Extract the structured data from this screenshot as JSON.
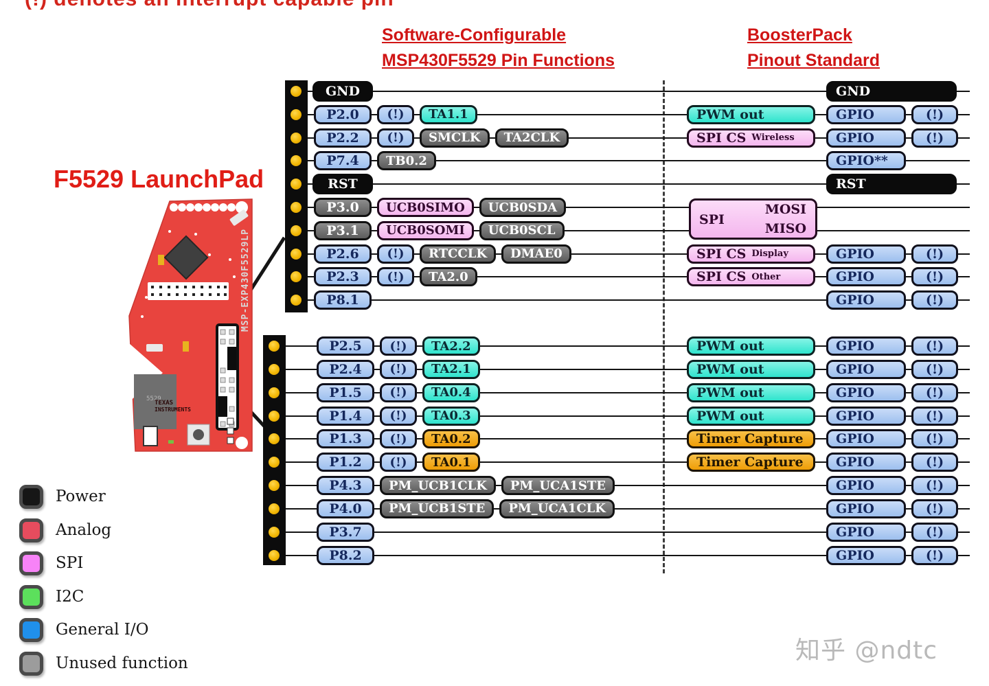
{
  "top_note": "(!) denotes an interrupt capable pin",
  "headers": {
    "left_line1": "Software-Configurable",
    "left_line2": "MSP430F5529 Pin Functions",
    "right_line1": "BoosterPack",
    "right_line2": "Pinout Standard"
  },
  "board": {
    "title": "F5529 LaunchPad",
    "silkscreen": "MSP-EXP430F5529LP",
    "brand_line1": "TEXAS",
    "brand_line2": "INSTRUMENTS",
    "chip_label": "5529"
  },
  "watermark": "知乎 @ndtc",
  "colors": {
    "heading_red": "#d01515",
    "pill_blue": "#a9c7f0",
    "pill_gray": "#6b6b6b",
    "pill_black": "#0d0d0d",
    "pill_cyan": "#49e9d6",
    "pill_orange": "#f2a81e",
    "pill_pink": "#f8c6f2",
    "board_red": "#e8443e",
    "dot_yellow": "#f2b705"
  },
  "legend": [
    {
      "label": "Power",
      "color": "#161616"
    },
    {
      "label": "Analog",
      "color": "#e64c5e"
    },
    {
      "label": "SPI",
      "color": "#f783f7"
    },
    {
      "label": "I2C",
      "color": "#5ce05c"
    },
    {
      "label": "General I/O",
      "color": "#2090ec"
    },
    {
      "label": "Unused function",
      "color": "#9c9c9c"
    }
  ],
  "spi_block": {
    "label": "SPI",
    "top_right": "MOSI",
    "bottom_right": "MISO"
  },
  "diagram": {
    "sections": [
      {
        "name": "top",
        "rows": [
          {
            "pin": {
              "label": "GND",
              "type": "power"
            },
            "funcs": [],
            "right": {
              "power": "GND"
            }
          },
          {
            "pin": {
              "label": "P2.0",
              "type": "gio"
            },
            "funcs": [
              {
                "label": "(!)",
                "type": "bang"
              },
              {
                "label": "TA1.1",
                "type": "cyan"
              }
            ],
            "right": {
              "func": {
                "label": "PWM out",
                "color": "cyan"
              },
              "gpio": "GPIO",
              "bang": "(!)"
            }
          },
          {
            "pin": {
              "label": "P2.2",
              "type": "gio"
            },
            "funcs": [
              {
                "label": "(!)",
                "type": "bang"
              },
              {
                "label": "SMCLK",
                "type": "gray"
              },
              {
                "label": "TA2CLK",
                "type": "gray"
              }
            ],
            "right": {
              "func": {
                "label": "SPI CS",
                "sub": "Wireless",
                "color": "pink"
              },
              "gpio": "GPIO",
              "bang": "(!)"
            }
          },
          {
            "pin": {
              "label": "P7.4",
              "type": "gio"
            },
            "funcs": [
              {
                "label": "TB0.2",
                "type": "gray"
              }
            ],
            "right": {
              "gpio": "GPIO**"
            }
          },
          {
            "pin": {
              "label": "RST",
              "type": "power"
            },
            "funcs": [],
            "right": {
              "power": "RST"
            }
          },
          {
            "pin": {
              "label": "P3.0",
              "type": "unused"
            },
            "funcs": [
              {
                "label": "UCB0SIMO",
                "type": "pink"
              },
              {
                "label": "UCB0SDA",
                "type": "gray"
              }
            ],
            "right": {
              "span": "spi"
            }
          },
          {
            "pin": {
              "label": "P3.1",
              "type": "unused"
            },
            "funcs": [
              {
                "label": "UCB0SOMI",
                "type": "pink"
              },
              {
                "label": "UCB0SCL",
                "type": "gray"
              }
            ],
            "right": {
              "span": "spi"
            }
          },
          {
            "pin": {
              "label": "P2.6",
              "type": "gio"
            },
            "funcs": [
              {
                "label": "(!)",
                "type": "bang"
              },
              {
                "label": "RTCCLK",
                "type": "gray"
              },
              {
                "label": "DMAE0",
                "type": "gray"
              }
            ],
            "right": {
              "func": {
                "label": "SPI CS",
                "sub": "Display",
                "color": "pink"
              },
              "gpio": "GPIO",
              "bang": "(!)"
            }
          },
          {
            "pin": {
              "label": "P2.3",
              "type": "gio"
            },
            "funcs": [
              {
                "label": "(!)",
                "type": "bang"
              },
              {
                "label": "TA2.0",
                "type": "gray"
              }
            ],
            "right": {
              "func": {
                "label": "SPI CS",
                "sub": "Other",
                "color": "pink"
              },
              "gpio": "GPIO",
              "bang": "(!)"
            }
          },
          {
            "pin": {
              "label": "P8.1",
              "type": "gio"
            },
            "funcs": [],
            "right": {
              "gpio": "GPIO",
              "bang": "(!)"
            }
          }
        ]
      },
      {
        "name": "bottom",
        "rows": [
          {
            "pin": {
              "label": "P2.5",
              "type": "gio"
            },
            "funcs": [
              {
                "label": "(!)",
                "type": "bang"
              },
              {
                "label": "TA2.2",
                "type": "cyan"
              }
            ],
            "right": {
              "func": {
                "label": "PWM out",
                "color": "cyan"
              },
              "gpio": "GPIO",
              "bang": "(!)"
            }
          },
          {
            "pin": {
              "label": "P2.4",
              "type": "gio"
            },
            "funcs": [
              {
                "label": "(!)",
                "type": "bang"
              },
              {
                "label": "TA2.1",
                "type": "cyan"
              }
            ],
            "right": {
              "func": {
                "label": "PWM out",
                "color": "cyan"
              },
              "gpio": "GPIO",
              "bang": "(!)"
            }
          },
          {
            "pin": {
              "label": "P1.5",
              "type": "gio"
            },
            "funcs": [
              {
                "label": "(!)",
                "type": "bang"
              },
              {
                "label": "TA0.4",
                "type": "cyan"
              }
            ],
            "right": {
              "func": {
                "label": "PWM out",
                "color": "cyan"
              },
              "gpio": "GPIO",
              "bang": "(!)"
            }
          },
          {
            "pin": {
              "label": "P1.4",
              "type": "gio"
            },
            "funcs": [
              {
                "label": "(!)",
                "type": "bang"
              },
              {
                "label": "TA0.3",
                "type": "cyan"
              }
            ],
            "right": {
              "func": {
                "label": "PWM out",
                "color": "cyan"
              },
              "gpio": "GPIO",
              "bang": "(!)"
            }
          },
          {
            "pin": {
              "label": "P1.3",
              "type": "gio"
            },
            "funcs": [
              {
                "label": "(!)",
                "type": "bang"
              },
              {
                "label": "TA0.2",
                "type": "orange"
              }
            ],
            "right": {
              "func": {
                "label": "Timer Capture",
                "color": "orange"
              },
              "gpio": "GPIO",
              "bang": "(!)"
            }
          },
          {
            "pin": {
              "label": "P1.2",
              "type": "gio"
            },
            "funcs": [
              {
                "label": "(!)",
                "type": "bang"
              },
              {
                "label": "TA0.1",
                "type": "orange"
              }
            ],
            "right": {
              "func": {
                "label": "Timer Capture",
                "color": "orange"
              },
              "gpio": "GPIO",
              "bang": "(!)"
            }
          },
          {
            "pin": {
              "label": "P4.3",
              "type": "gio"
            },
            "funcs": [
              {
                "label": "PM_UCB1CLK",
                "type": "gray"
              },
              {
                "label": "PM_UCA1STE",
                "type": "gray"
              }
            ],
            "right": {
              "gpio": "GPIO",
              "bang": "(!)"
            }
          },
          {
            "pin": {
              "label": "P4.0",
              "type": "gio"
            },
            "funcs": [
              {
                "label": "PM_UCB1STE",
                "type": "gray"
              },
              {
                "label": "PM_UCA1CLK",
                "type": "gray"
              }
            ],
            "right": {
              "gpio": "GPIO",
              "bang": "(!)"
            }
          },
          {
            "pin": {
              "label": "P3.7",
              "type": "gio"
            },
            "funcs": [],
            "right": {
              "gpio": "GPIO",
              "bang": "(!)"
            }
          },
          {
            "pin": {
              "label": "P8.2",
              "type": "gio"
            },
            "funcs": [],
            "right": {
              "gpio": "GPIO",
              "bang": "(!)"
            }
          }
        ]
      }
    ]
  }
}
